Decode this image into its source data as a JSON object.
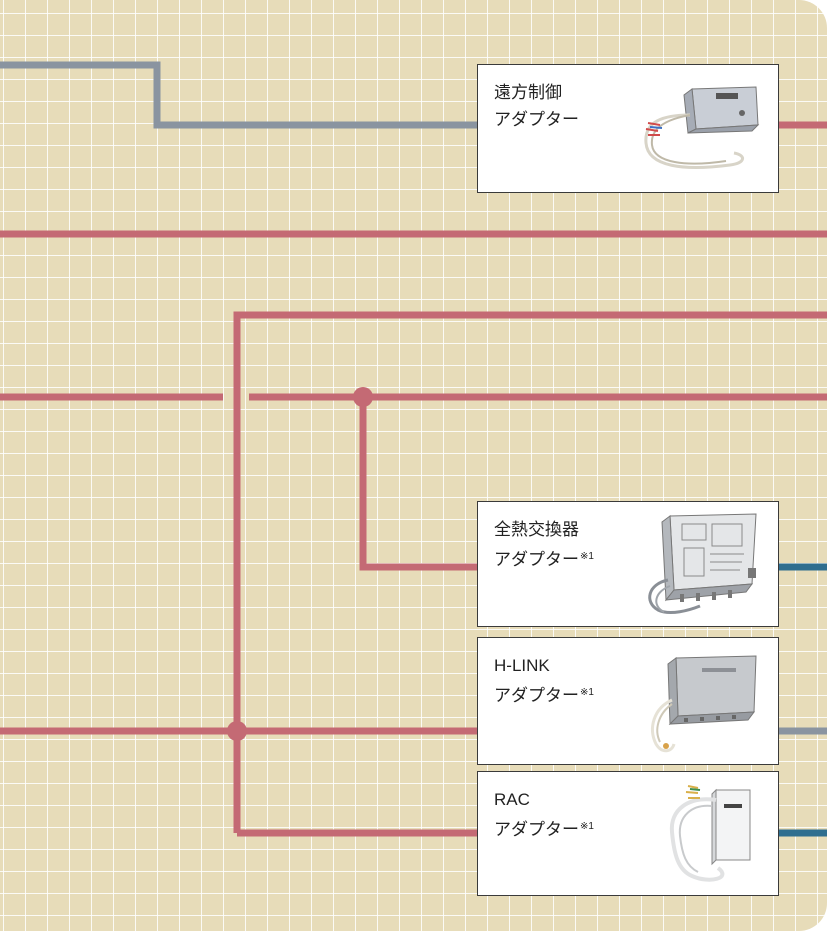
{
  "adapters": [
    {
      "name": "遠方制御",
      "suffix": "アダプター",
      "note": ""
    },
    {
      "name": "全熱交換器",
      "suffix": "アダプター",
      "note": "※1"
    },
    {
      "name": "H-LINK",
      "suffix": "アダプター",
      "note": "※1"
    },
    {
      "name": "RAC",
      "suffix": "アダプター",
      "note": "※1"
    }
  ],
  "colors": {
    "background": "#e7dcb9",
    "grid": "#ffffff",
    "wire_red": "#c46a74",
    "wire_gray": "#8a94a0",
    "wire_blue": "#2f6e8f",
    "card_border": "#3a3a3a"
  },
  "icons": [
    "remote-control-adapter-device-icon",
    "total-heat-exchanger-adapter-device-icon",
    "h-link-adapter-device-icon",
    "rac-adapter-device-icon"
  ]
}
